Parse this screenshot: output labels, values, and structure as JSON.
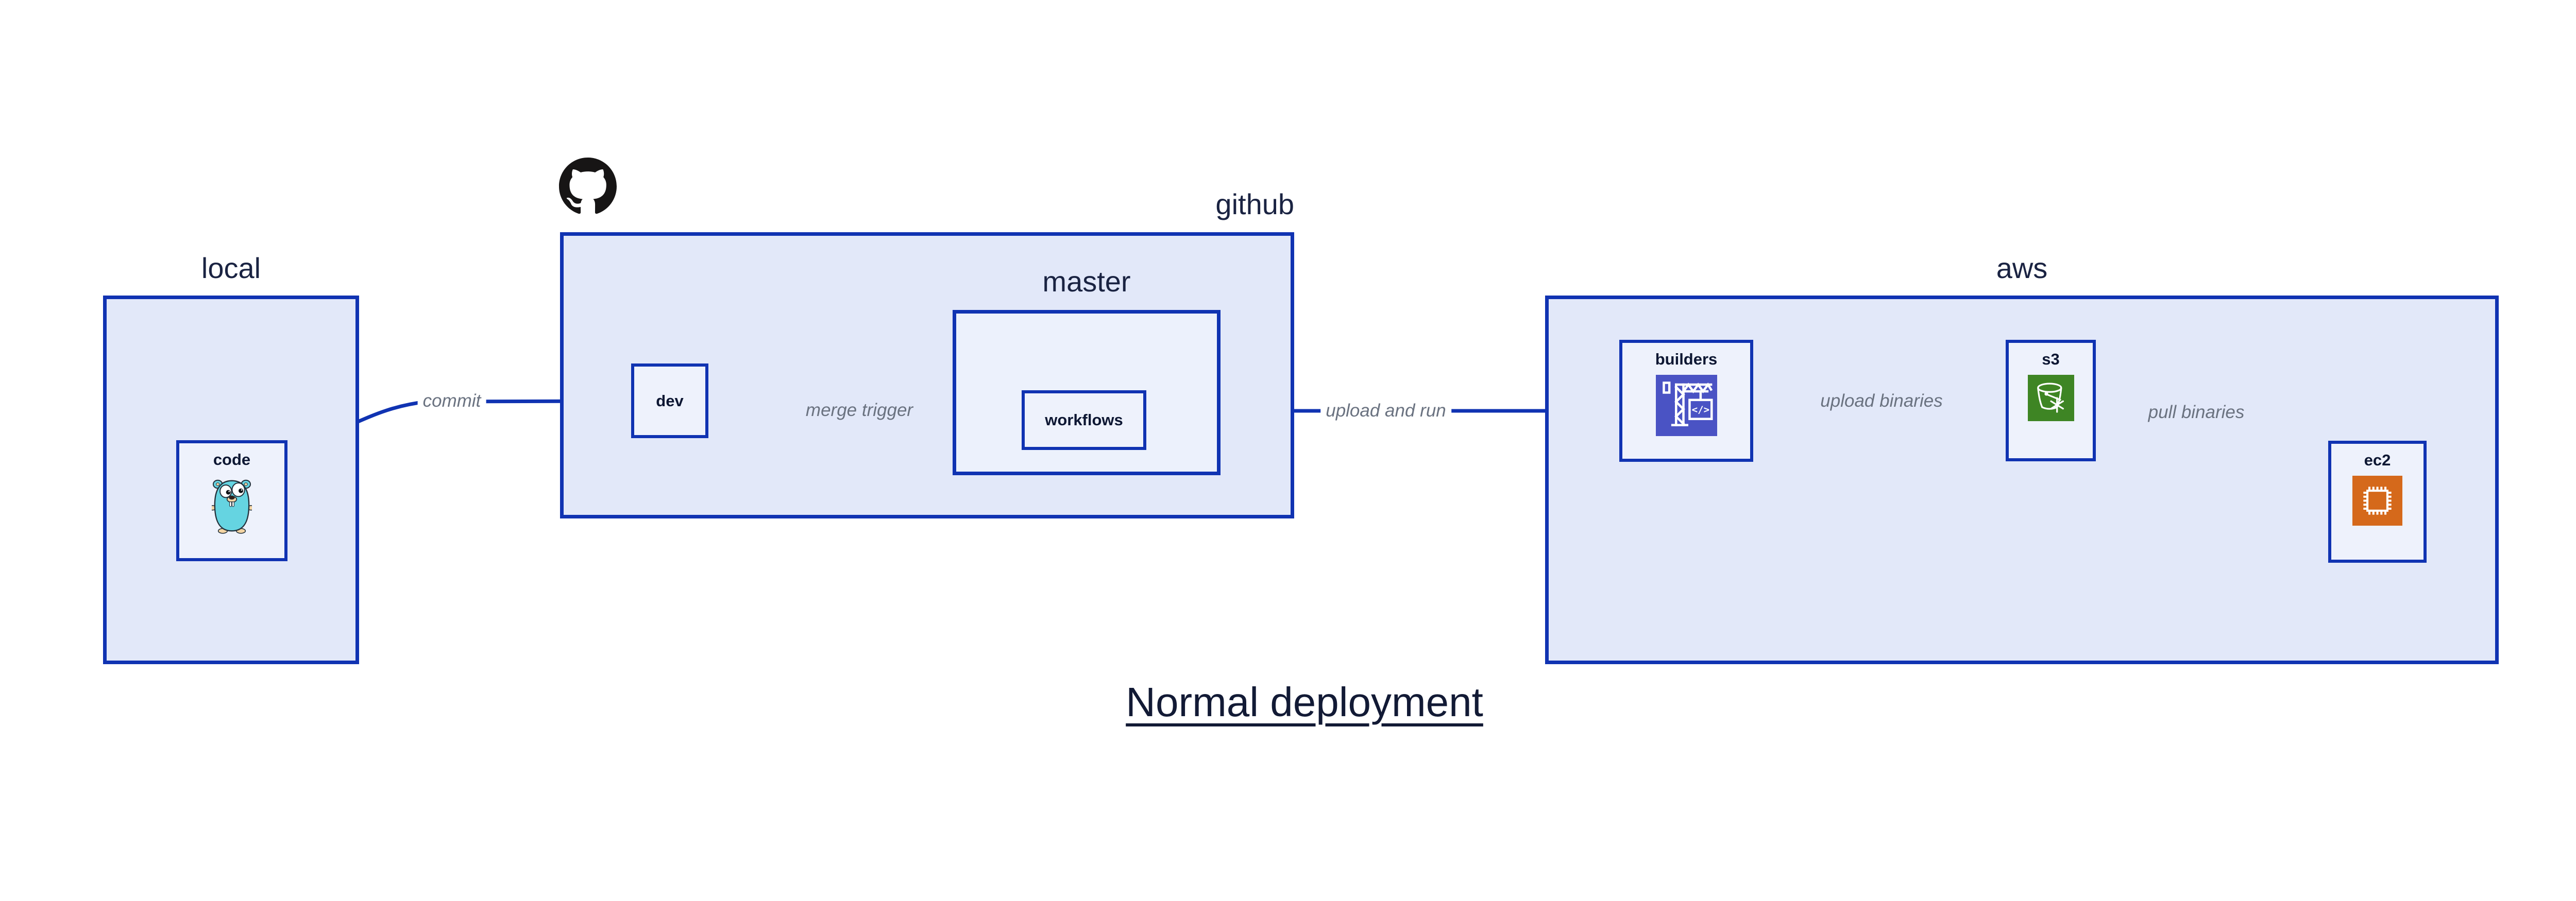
{
  "title": "Normal deployment",
  "containers": {
    "local": {
      "label": "local"
    },
    "github": {
      "label": "github"
    },
    "master": {
      "label": "master"
    },
    "aws": {
      "label": "aws"
    }
  },
  "nodes": {
    "code": {
      "label": "code",
      "icon": "go-gopher-icon"
    },
    "dev": {
      "label": "dev"
    },
    "workflows": {
      "label": "workflows"
    },
    "builders": {
      "label": "builders",
      "icon": "codebuild-crane-icon"
    },
    "s3": {
      "label": "s3",
      "icon": "s3-glacier-bucket-icon"
    },
    "ec2": {
      "label": "ec2",
      "icon": "ec2-chip-icon"
    }
  },
  "edges": [
    {
      "label": "commit",
      "from": "code",
      "to": "dev"
    },
    {
      "label": "merge trigger",
      "from": "dev",
      "to": "workflows"
    },
    {
      "label": "upload and run",
      "from": "workflows",
      "to": "builders"
    },
    {
      "label": "upload binaries",
      "from": "builders",
      "to": "s3"
    },
    {
      "label": "pull binaries",
      "from": "s3",
      "to": "ec2"
    }
  ],
  "icons": {
    "github_logo": "github-octocat-icon"
  },
  "icon_glyphs": {
    "codebuild_code": "</>"
  },
  "colors": {
    "border_blue": "#1033B2",
    "arrow_blue": "#1033B2",
    "container_fill": "#E2E8F9",
    "node_fill": "#EEF2FC",
    "edge_label_gray": "#6A7280",
    "label_navy": "#1A2342",
    "title_navy": "#121A35",
    "codebuild_indigo": "#4A53C4",
    "s3_green": "#3E8524",
    "ec2_orange": "#D5691B",
    "gopher_teal": "#65D4E1",
    "github_black": "#171515",
    "page_background": "#FFFFFF"
  }
}
